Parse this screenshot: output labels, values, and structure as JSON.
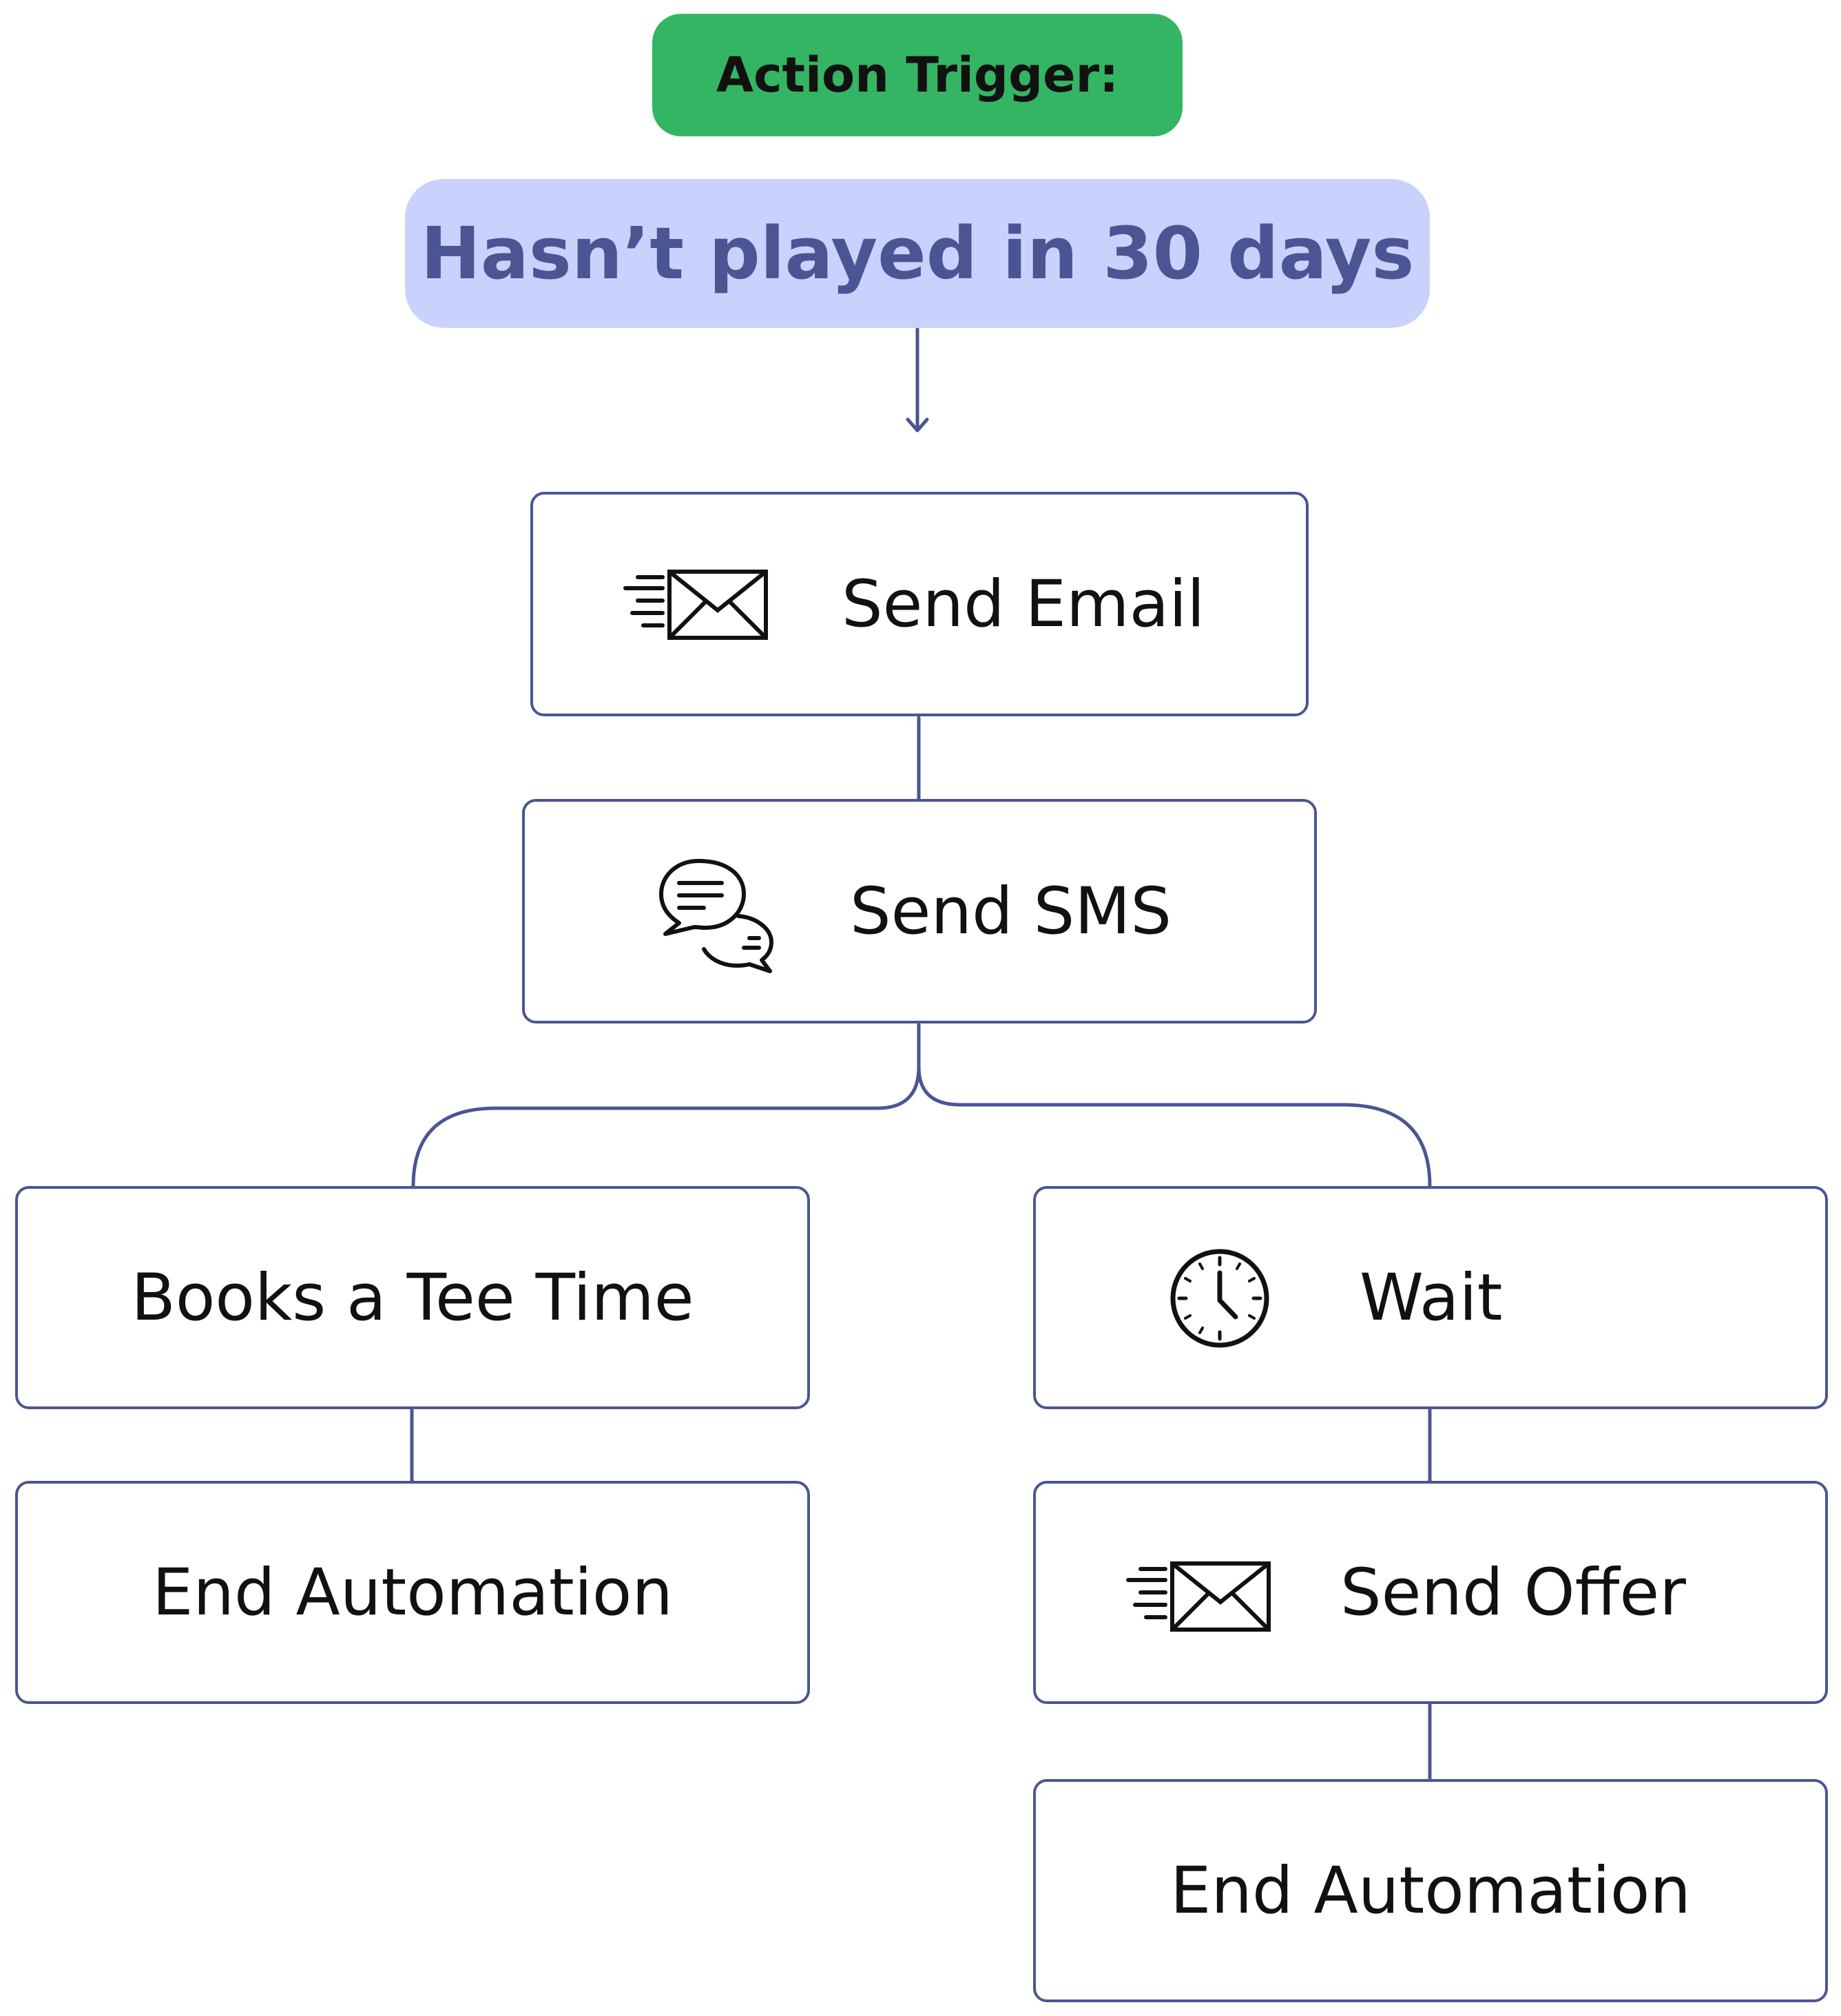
{
  "trigger": {
    "label": "Action Trigger:",
    "condition": "Hasn’t played in 30 days"
  },
  "steps": {
    "send_email": "Send Email",
    "send_sms": "Send SMS",
    "books_tee_time": "Books a Tee Time",
    "end_automation_left": "End Automation",
    "wait": "Wait",
    "send_offer": "Send Offer",
    "end_automation_right": "End Automation"
  },
  "icons": {
    "send_email": "envelope-send-icon",
    "send_sms": "chat-bubbles-icon",
    "wait": "clock-icon",
    "send_offer": "envelope-send-icon"
  },
  "colors": {
    "trigger_tag": "#34b564",
    "condition_bg": "#c8d2fd",
    "accent": "#4b5593",
    "text": "#111111"
  }
}
